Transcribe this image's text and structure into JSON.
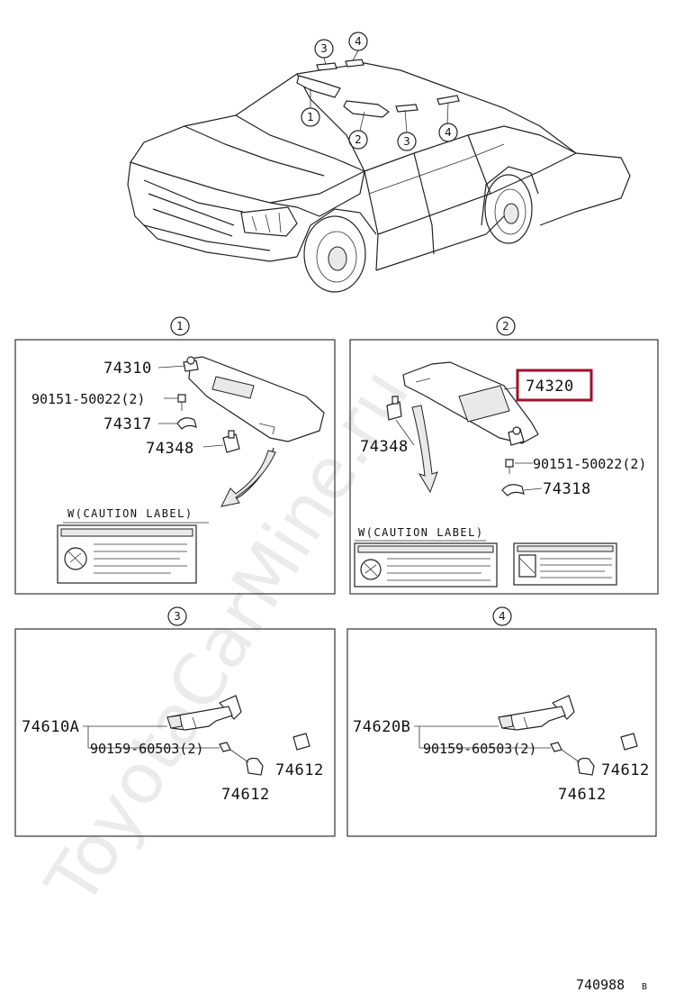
{
  "diagram": {
    "watermark": "ToyotaCarMine.ru",
    "car_callouts": [
      "3",
      "4",
      "1",
      "2",
      "3",
      "4"
    ],
    "sections": [
      {
        "number": "1",
        "parts": [
          "74310",
          "90151-50022(2)",
          "74317",
          "74348"
        ],
        "caution_label": "W(CAUTION LABEL)"
      },
      {
        "number": "2",
        "parts": [
          "74320",
          "74348",
          "90151-50022(2)",
          "74318"
        ],
        "caution_label": "W(CAUTION LABEL)"
      },
      {
        "number": "3",
        "parts": [
          "74610A",
          "90159-60503(2)",
          "74612",
          "74612"
        ]
      },
      {
        "number": "4",
        "parts": [
          "74620B",
          "90159-60503(2)",
          "74612",
          "74612"
        ]
      }
    ],
    "highlighted_part": "74320",
    "diagram_code": "740988",
    "diagram_code_suffix": "B",
    "colors": {
      "highlight": "#a0102a",
      "line": "#222222"
    }
  }
}
